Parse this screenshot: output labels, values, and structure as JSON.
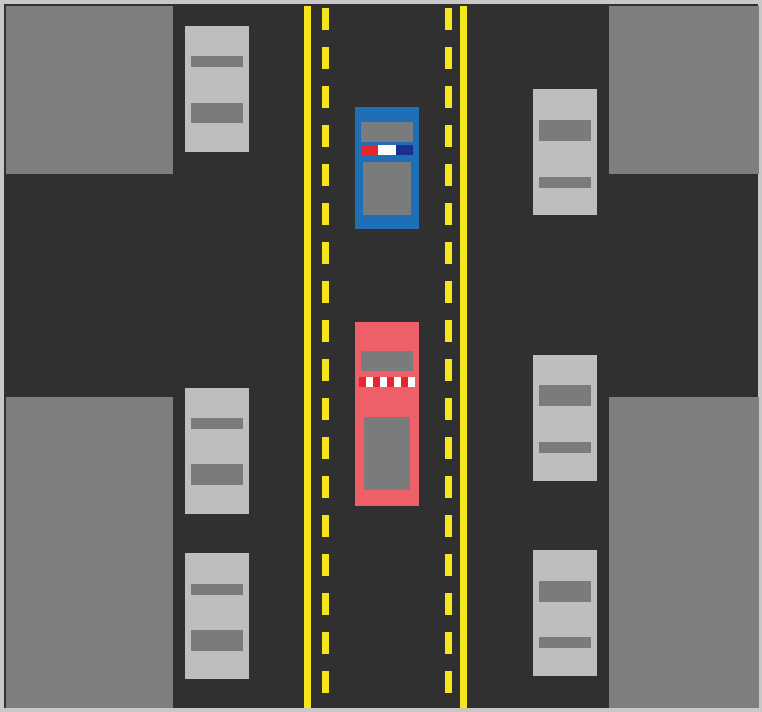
{
  "scene": {
    "type": "top-down road",
    "colors": {
      "asphalt": "#303030",
      "sidewalk_block": "#7d7f7f",
      "border": "#c8c8c8",
      "lane_line": "#f4e51c",
      "parked_car_body": "#bdbec0",
      "parked_car_window": "#7a7b7c",
      "police_car_body": "#1f6fb6",
      "police_car_window": "#7a7b7c",
      "fire_truck_body": "#ee5f67",
      "fire_truck_window": "#7a7b7c"
    },
    "vehicles": [
      {
        "id": "parked-car-left-1",
        "kind": "parked car"
      },
      {
        "id": "parked-car-left-2",
        "kind": "parked car"
      },
      {
        "id": "parked-car-left-3",
        "kind": "parked car"
      },
      {
        "id": "parked-car-right-1",
        "kind": "parked car"
      },
      {
        "id": "parked-car-right-2",
        "kind": "parked car"
      },
      {
        "id": "parked-car-right-3",
        "kind": "parked car"
      },
      {
        "id": "police-car",
        "kind": "police car",
        "lightbar": [
          "red",
          "white",
          "blue"
        ]
      },
      {
        "id": "fire-truck",
        "kind": "fire truck",
        "stripe": [
          "red",
          "white"
        ]
      }
    ]
  }
}
